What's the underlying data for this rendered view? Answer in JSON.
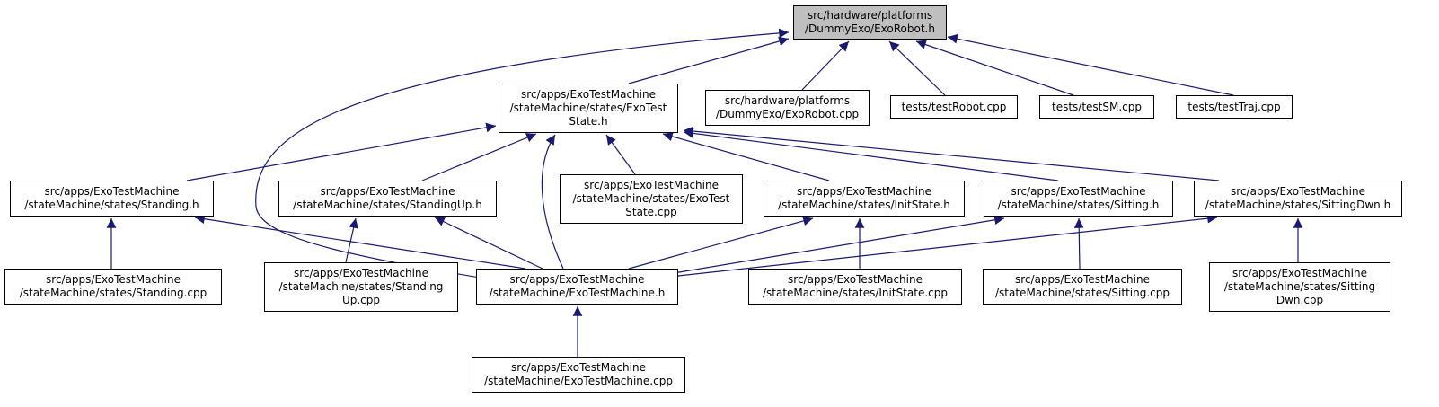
{
  "colors": {
    "edge": "#191970",
    "node_border": "#000000",
    "node_fill": "#ffffff",
    "root_fill": "#bfbfbf"
  },
  "nodes": {
    "root": {
      "lines": [
        "src/hardware/platforms",
        "/DummyExo/ExoRobot.h"
      ]
    },
    "exotest_state_h": {
      "lines": [
        "src/apps/ExoTestMachine",
        "/stateMachine/states/ExoTest",
        "State.h"
      ]
    },
    "exorobot_cpp": {
      "lines": [
        "src/hardware/platforms",
        "/DummyExo/ExoRobot.cpp"
      ]
    },
    "test_robot": {
      "lines": [
        "tests/testRobot.cpp"
      ]
    },
    "test_sm": {
      "lines": [
        "tests/testSM.cpp"
      ]
    },
    "test_traj": {
      "lines": [
        "tests/testTraj.cpp"
      ]
    },
    "standing_h": {
      "lines": [
        "src/apps/ExoTestMachine",
        "/stateMachine/states/Standing.h"
      ]
    },
    "standingup_h": {
      "lines": [
        "src/apps/ExoTestMachine",
        "/stateMachine/states/StandingUp.h"
      ]
    },
    "exotest_state_cpp": {
      "lines": [
        "src/apps/ExoTestMachine",
        "/stateMachine/states/ExoTest",
        "State.cpp"
      ]
    },
    "initstate_h": {
      "lines": [
        "src/apps/ExoTestMachine",
        "/stateMachine/states/InitState.h"
      ]
    },
    "sitting_h": {
      "lines": [
        "src/apps/ExoTestMachine",
        "/stateMachine/states/Sitting.h"
      ]
    },
    "sittingdwn_h": {
      "lines": [
        "src/apps/ExoTestMachine",
        "/stateMachine/states/SittingDwn.h"
      ]
    },
    "standing_cpp": {
      "lines": [
        "src/apps/ExoTestMachine",
        "/stateMachine/states/Standing.cpp"
      ]
    },
    "standingup_cpp": {
      "lines": [
        "src/apps/ExoTestMachine",
        "/stateMachine/states/Standing",
        "Up.cpp"
      ]
    },
    "exotestmachine_h": {
      "lines": [
        "src/apps/ExoTestMachine",
        "/stateMachine/ExoTestMachine.h"
      ]
    },
    "initstate_cpp": {
      "lines": [
        "src/apps/ExoTestMachine",
        "/stateMachine/states/InitState.cpp"
      ]
    },
    "sitting_cpp": {
      "lines": [
        "src/apps/ExoTestMachine",
        "/stateMachine/states/Sitting.cpp"
      ]
    },
    "sittingdwn_cpp": {
      "lines": [
        "src/apps/ExoTestMachine",
        "/stateMachine/states/Sitting",
        "Dwn.cpp"
      ]
    },
    "exotestmachine_cpp": {
      "lines": [
        "src/apps/ExoTestMachine",
        "/stateMachine/ExoTestMachine.cpp"
      ]
    }
  },
  "edges": [
    [
      "exotest_state_h",
      "root"
    ],
    [
      "exorobot_cpp",
      "root"
    ],
    [
      "test_robot",
      "root"
    ],
    [
      "test_sm",
      "root"
    ],
    [
      "test_traj",
      "root"
    ],
    [
      "exotestmachine_h",
      "root"
    ],
    [
      "standing_h",
      "exotest_state_h"
    ],
    [
      "standingup_h",
      "exotest_state_h"
    ],
    [
      "exotest_state_cpp",
      "exotest_state_h"
    ],
    [
      "initstate_h",
      "exotest_state_h"
    ],
    [
      "sitting_h",
      "exotest_state_h"
    ],
    [
      "sittingdwn_h",
      "exotest_state_h"
    ],
    [
      "exotestmachine_h",
      "exotest_state_h"
    ],
    [
      "standing_cpp",
      "standing_h"
    ],
    [
      "exotestmachine_h",
      "standing_h"
    ],
    [
      "standingup_cpp",
      "standingup_h"
    ],
    [
      "exotestmachine_h",
      "standingup_h"
    ],
    [
      "initstate_cpp",
      "initstate_h"
    ],
    [
      "exotestmachine_h",
      "initstate_h"
    ],
    [
      "sitting_cpp",
      "sitting_h"
    ],
    [
      "exotestmachine_h",
      "sitting_h"
    ],
    [
      "sittingdwn_cpp",
      "sittingdwn_h"
    ],
    [
      "exotestmachine_h",
      "sittingdwn_h"
    ],
    [
      "exotestmachine_cpp",
      "exotestmachine_h"
    ]
  ]
}
